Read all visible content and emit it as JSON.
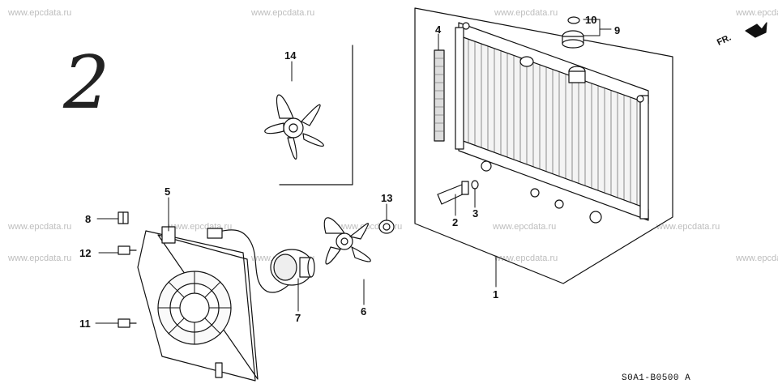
{
  "watermark": "www.epcdata.ru",
  "page_number": "2",
  "direction_label": "FR.",
  "diagram_code": "S0A1-B0500 A",
  "callouts": {
    "c1": "1",
    "c2": "2",
    "c3": "3",
    "c4": "4",
    "c5": "5",
    "c6": "6",
    "c7": "7",
    "c8": "8",
    "c9": "9",
    "c10": "10",
    "c11": "11",
    "c12": "12",
    "c13": "13",
    "c14": "14"
  }
}
